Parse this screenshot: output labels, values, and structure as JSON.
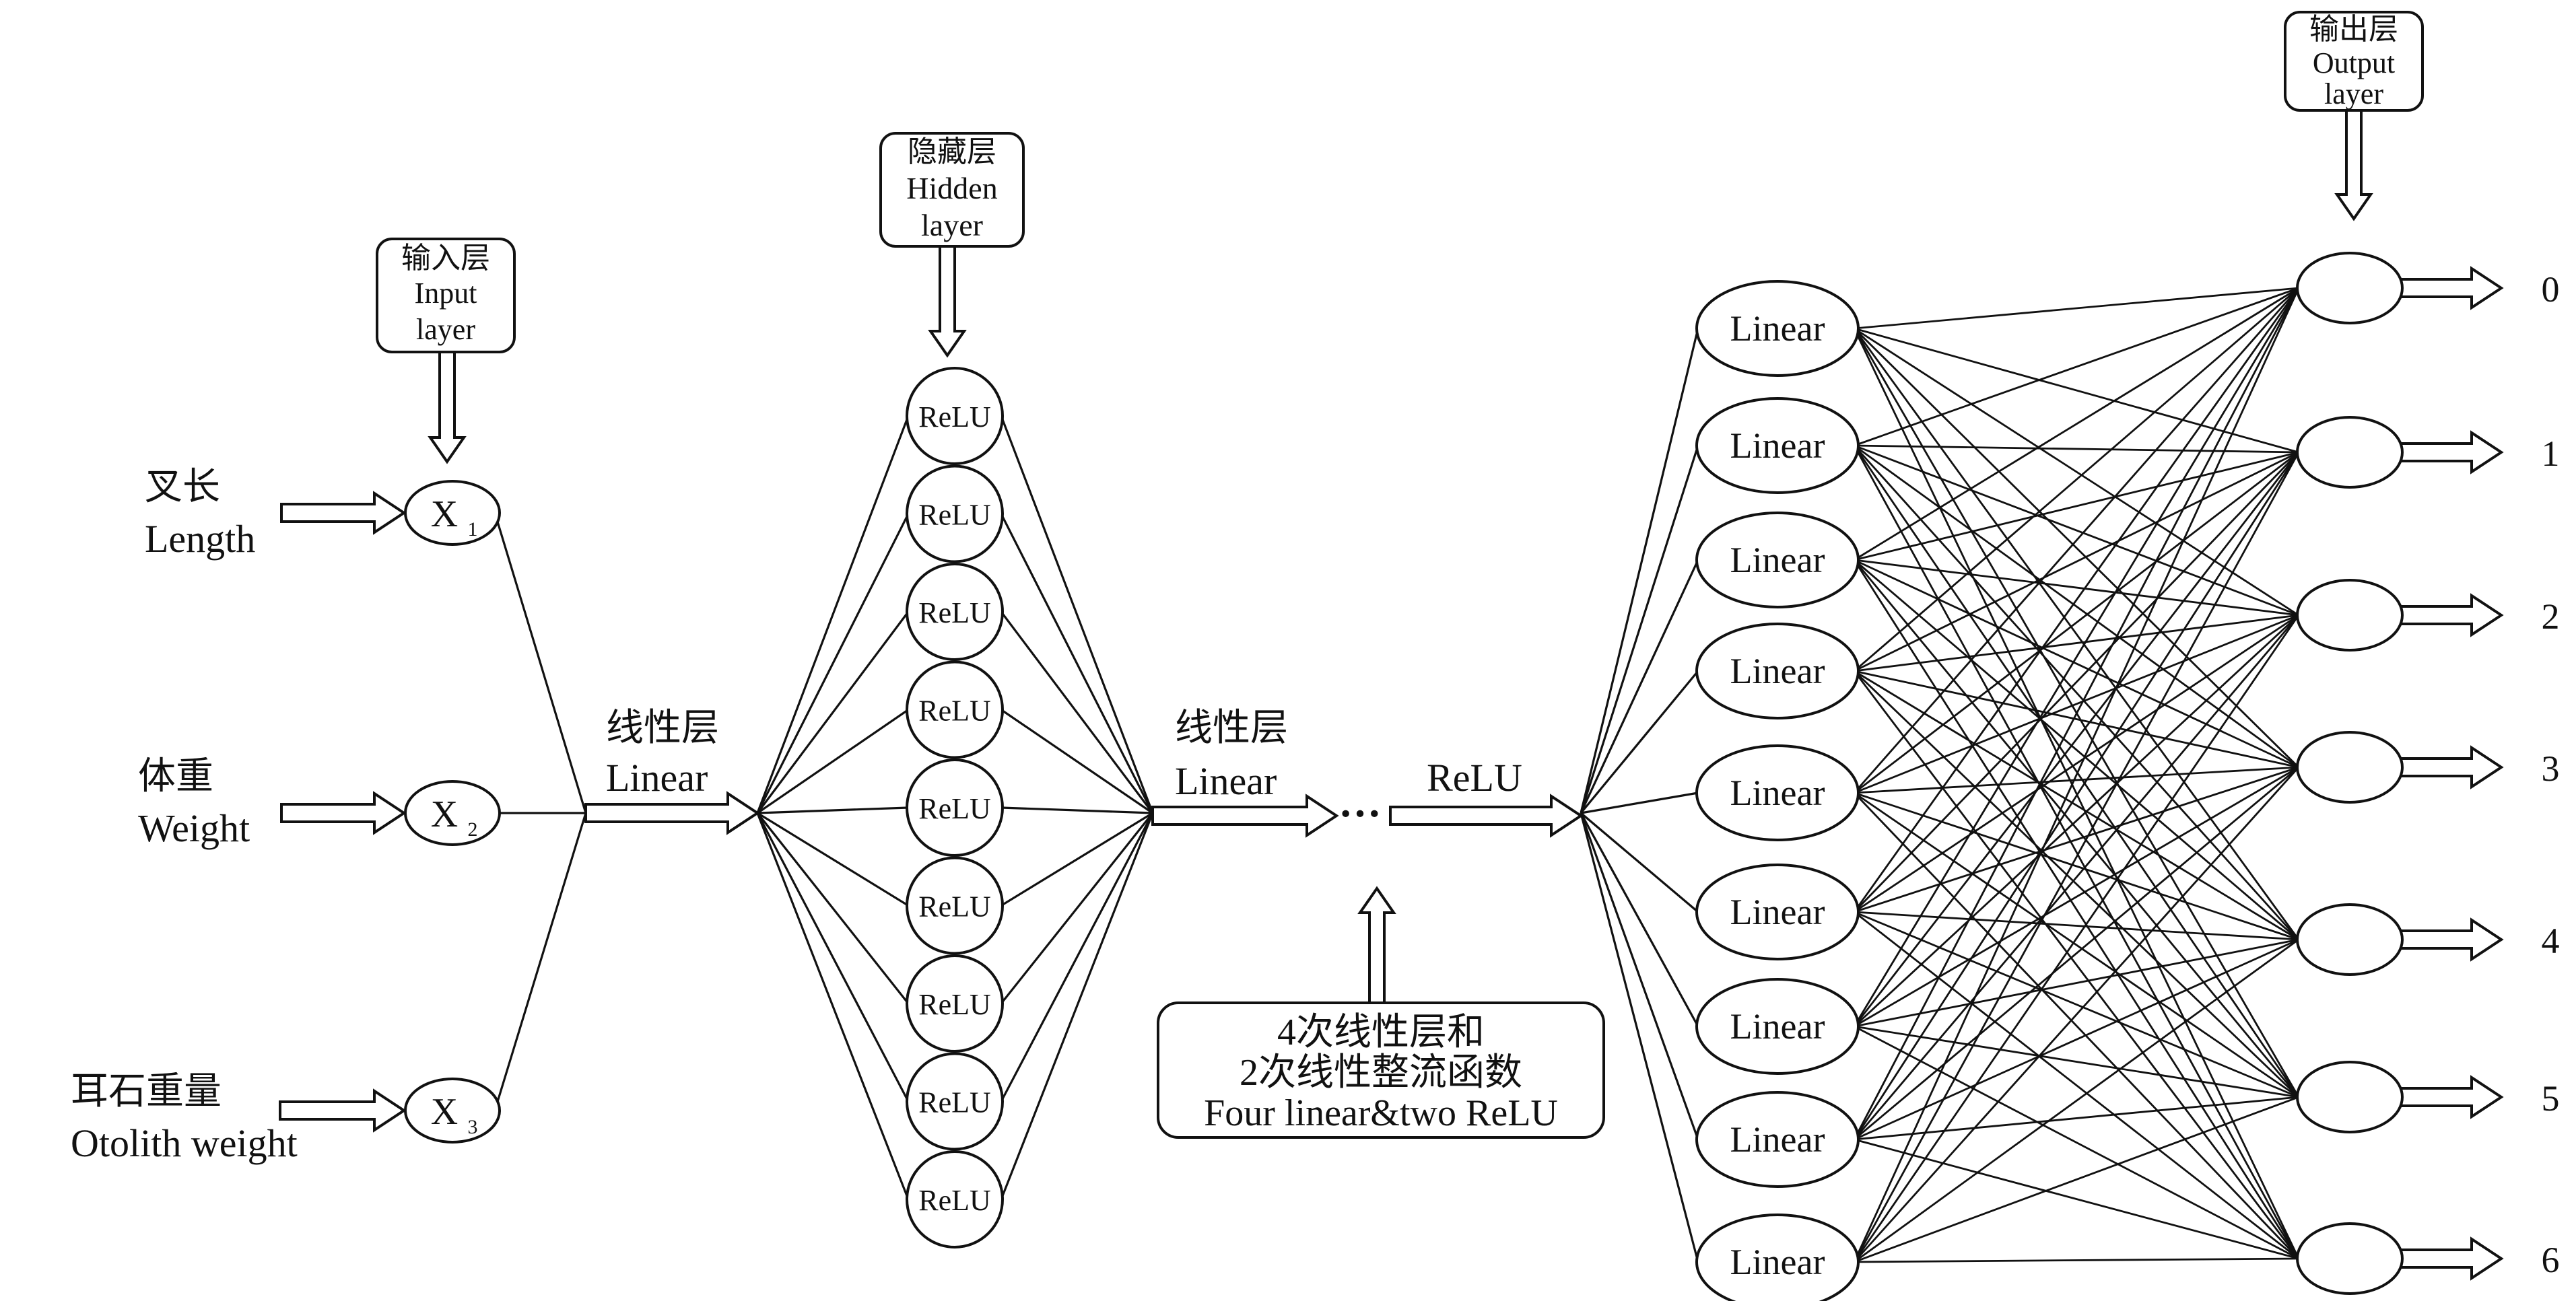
{
  "callouts": {
    "input": {
      "zh": "输入层",
      "en1": "Input",
      "en2": "layer"
    },
    "hidden": {
      "zh": "隐藏层",
      "en1": "Hidden",
      "en2": "layer"
    },
    "output": {
      "zh": "输出层",
      "en1": "Output",
      "en2": "layer"
    }
  },
  "inputs": [
    {
      "zh": "叉长",
      "en": "Length",
      "node": "X",
      "sub": "1"
    },
    {
      "zh": "体重",
      "en": "Weight",
      "node": "X",
      "sub": "2"
    },
    {
      "zh": "耳石重量",
      "en": "Otolith weight",
      "node": "X",
      "sub": "3"
    }
  ],
  "layer_labels": {
    "linear_zh": "线性层",
    "linear_en": "Linear",
    "ellipsis": "···",
    "relu": "ReLU"
  },
  "relu_node_label": "ReLU",
  "relu_count": 9,
  "linear_node_label": "Linear",
  "linear_count": 9,
  "summary_box": {
    "line1": "4次线性层和",
    "line2": "2次线性整流函数",
    "line3": "Four linear&two ReLU"
  },
  "outputs": [
    "0",
    "1",
    "2",
    "3",
    "4",
    "5",
    "6"
  ]
}
